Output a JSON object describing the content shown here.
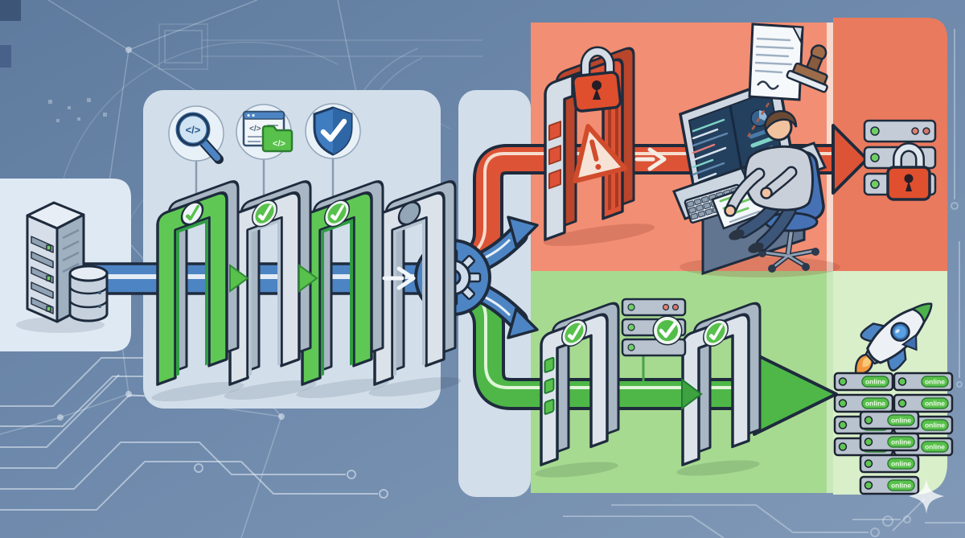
{
  "labels": {
    "online": "online",
    "code_glyph": "</>"
  },
  "icons": [
    {
      "name": "code-scan-magnifier-icon"
    },
    {
      "name": "code-window-repo-icon"
    },
    {
      "name": "security-shield-check-icon"
    },
    {
      "name": "gear-icon"
    },
    {
      "name": "lock-icon"
    },
    {
      "name": "warning-triangle-icon"
    },
    {
      "name": "approval-document-stamp-icon"
    },
    {
      "name": "rocket-icon"
    },
    {
      "name": "sparkle-icon"
    }
  ],
  "pipeline": {
    "gates": [
      {
        "status": "passed"
      },
      {
        "status": "passed"
      },
      {
        "status": "passed"
      },
      {
        "status": "pending"
      }
    ]
  },
  "blocked_zone": {
    "gate": "locked",
    "warning": true,
    "locked_server_count": 3
  },
  "approved_zone": {
    "gates": [
      {
        "status": "passed"
      },
      {
        "status": "passed"
      }
    ],
    "staging_server_count": 3,
    "online_columns": [
      4,
      4,
      4
    ]
  },
  "colors": {
    "background": "#6d89ab",
    "panel": "#d2deea",
    "panel_light": "#dfe9f3",
    "blocked_zone": "#f28e73",
    "blocked_zone_deep": "#ea7a5e",
    "blocked_zone_gap": "#f7d9cd",
    "approved_zone": "#a7da91",
    "approved_zone_light": "#d8efca",
    "approved_zone_gap": "#c9e8ba",
    "pipeline_blue": "#4d84c3",
    "blocked_red": "#dc5336",
    "approved_green": "#4eb748",
    "status_green": "#58c14b",
    "outline": "#1e2b3d"
  }
}
